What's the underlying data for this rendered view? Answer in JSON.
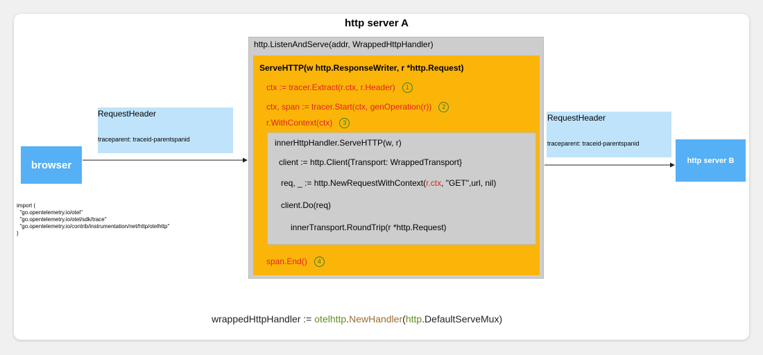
{
  "title": "http server A",
  "listen_line": "http.ListenAndServe(addr, WrappedHttpHandler)",
  "serve_line": "ServeHTTP(w http.ResponseWriter, r *http.Request)",
  "steps": [
    {
      "code": "ctx := tracer.Extract(r.ctx, r.Header)",
      "num": "1"
    },
    {
      "code": "ctx, span := tracer.Start(ctx, genOperation(r))",
      "num": "2"
    },
    {
      "code": "r.WithContext(ctx)",
      "num": "3"
    }
  ],
  "inner": {
    "handler": "innerHttpHandler.ServeHTTP(w, r)",
    "client": "client := http.Client{Transport: WrappedTransport}",
    "req_prefix": "req, _ := http.NewRequestWithContext(",
    "req_red": "r.ctx",
    "req_suffix": ", \"GET\",url, nil)",
    "do": "client.Do(req)",
    "round_trip": "innerTransport.RoundTrip(r *http.Request)"
  },
  "span_end": {
    "code": "span.End()",
    "num": "4"
  },
  "left_header": {
    "title": "RequestHeader",
    "line": "traceparent: traceid-parentspanid"
  },
  "right_header": {
    "title": "RequestHeader",
    "line": "traceparent: traceid-parentspanid"
  },
  "browser_label": "browser",
  "server_b_label": "http server B",
  "imports": "import (\n  \"go.opentelemetry.io/otel\"\n  \"go.opentelemetry.io/otel/sdk/trace\"\n  \"go.opentelemetry.io/contrib/instrumentation/net/http/otelhttp\"\n)",
  "bottom": {
    "prefix": "wrappedHttpHandler := ",
    "pkg": "otelhttp",
    "dot1": ".",
    "func": "NewHandler",
    "paren": "(",
    "pkg2": "http",
    "rest": ".DefaultServeMux)"
  },
  "colors": {
    "orange": "#fbb509",
    "gray": "#cdcdcd",
    "blue": "#55b0f5",
    "light_blue": "#bfe3fb",
    "red": "#e32020"
  }
}
